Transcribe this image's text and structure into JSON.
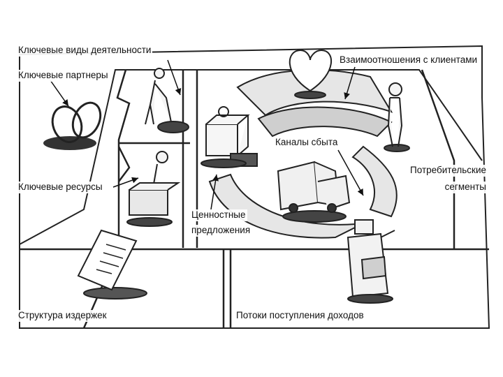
{
  "labels": {
    "key_activities": "Ключевые виды деятельности",
    "key_partners": "Ключевые партнеры",
    "key_resources": "Ключевые ресурсы",
    "customer_relationships": "Взаимоотношения с клиентами",
    "channels": "Каналы сбыта",
    "customer_segments_line1": "Потребительские",
    "customer_segments_line2": "сегменты",
    "value_propositions_line1": "Ценностные",
    "value_propositions_line2": "предложения",
    "cost_structure": "Структура издержек",
    "revenue_streams": "Потоки поступления доходов"
  },
  "icons": [
    "rings-icon",
    "digging-person-icon",
    "person-with-box-icon",
    "gift-box-icon",
    "heart-icon",
    "delivery-truck-icon",
    "standing-person-icon",
    "receipt-icon",
    "cash-register-icon"
  ],
  "colors": {
    "line": "#222222",
    "paper": "#ffffff",
    "shade": "#d9d9d9",
    "dark": "#333333"
  }
}
